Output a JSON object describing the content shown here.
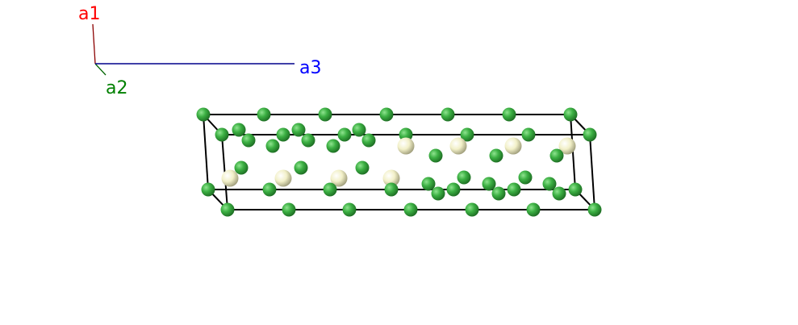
{
  "axes": {
    "a1": {
      "label": "a1",
      "color": "#ff0000",
      "line_color": "#8b0000"
    },
    "a2": {
      "label": "a2",
      "color": "#008000",
      "line_color": "#006400"
    },
    "a3": {
      "label": "a3",
      "color": "#0000ff",
      "line_color": "#00008b"
    }
  },
  "atoms": {
    "species_green_color": "#3cb043",
    "species_white_color": "#f2f0c8"
  },
  "cell_line_color": "#000000"
}
